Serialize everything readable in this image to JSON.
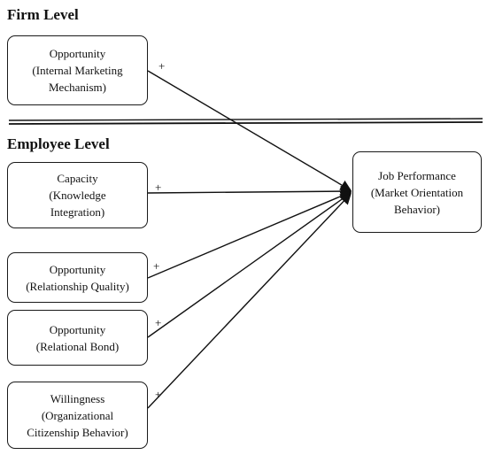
{
  "levels": {
    "firm": "Firm Level",
    "employee": "Employee Level"
  },
  "nodes": {
    "internal_marketing": {
      "lines": [
        "Opportunity",
        "(Internal Marketing",
        "Mechanism)"
      ]
    },
    "knowledge": {
      "lines": [
        "Capacity",
        "(Knowledge",
        "Integration)"
      ]
    },
    "relationship": {
      "lines": [
        "Opportunity",
        "(Relationship Quality)"
      ]
    },
    "relational_bond": {
      "lines": [
        "Opportunity",
        "(Relational Bond)"
      ]
    },
    "citizenship": {
      "lines": [
        "Willingness",
        "(Organizational",
        "Citizenship Behavior)"
      ]
    },
    "job_performance": {
      "lines": [
        "Job Performance",
        "(Market Orientation",
        "Behavior)"
      ]
    }
  },
  "edges": [
    {
      "from": "internal_marketing",
      "to": "job_performance",
      "sign": "+"
    },
    {
      "from": "knowledge",
      "to": "job_performance",
      "sign": "+"
    },
    {
      "from": "relationship",
      "to": "job_performance",
      "sign": "+"
    },
    {
      "from": "relational_bond",
      "to": "job_performance",
      "sign": "+"
    },
    {
      "from": "citizenship",
      "to": "job_performance",
      "sign": "+"
    }
  ],
  "colors": {
    "line": "#111111",
    "node_border": "#1a1a1a",
    "background": "#ffffff"
  }
}
